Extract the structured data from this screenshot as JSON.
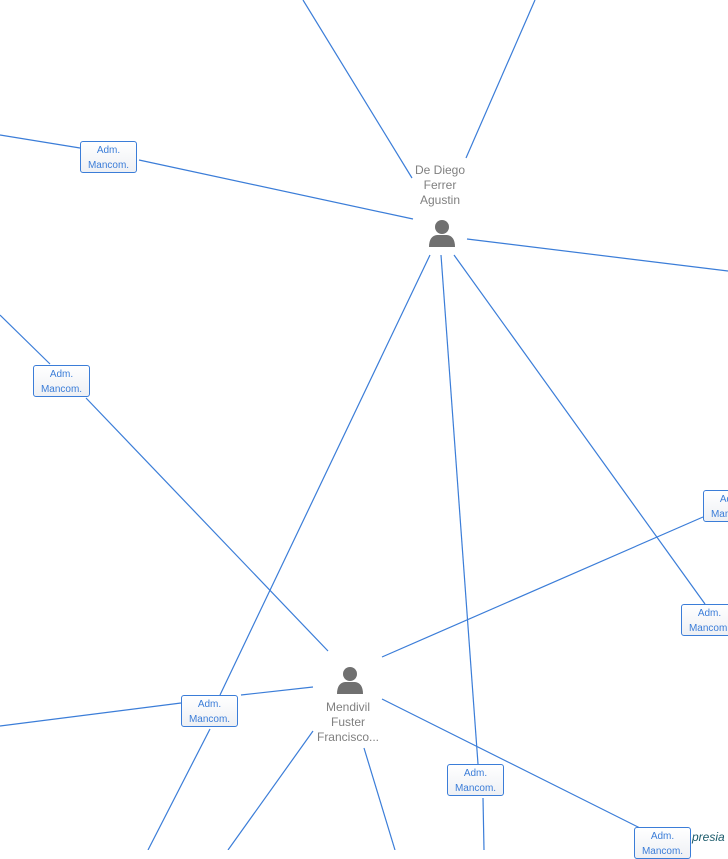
{
  "nodes": [
    {
      "name_lines": [
        "De Diego",
        "Ferrer",
        "Agustin"
      ]
    },
    {
      "name_lines": [
        "Mendivil",
        "Fuster",
        "Francisco..."
      ]
    }
  ],
  "edge_label": {
    "line1": "Adm.",
    "line2": "Mancom."
  },
  "watermark": "presia",
  "colors": {
    "edge": "#3b7dd8",
    "node": "#707070"
  }
}
